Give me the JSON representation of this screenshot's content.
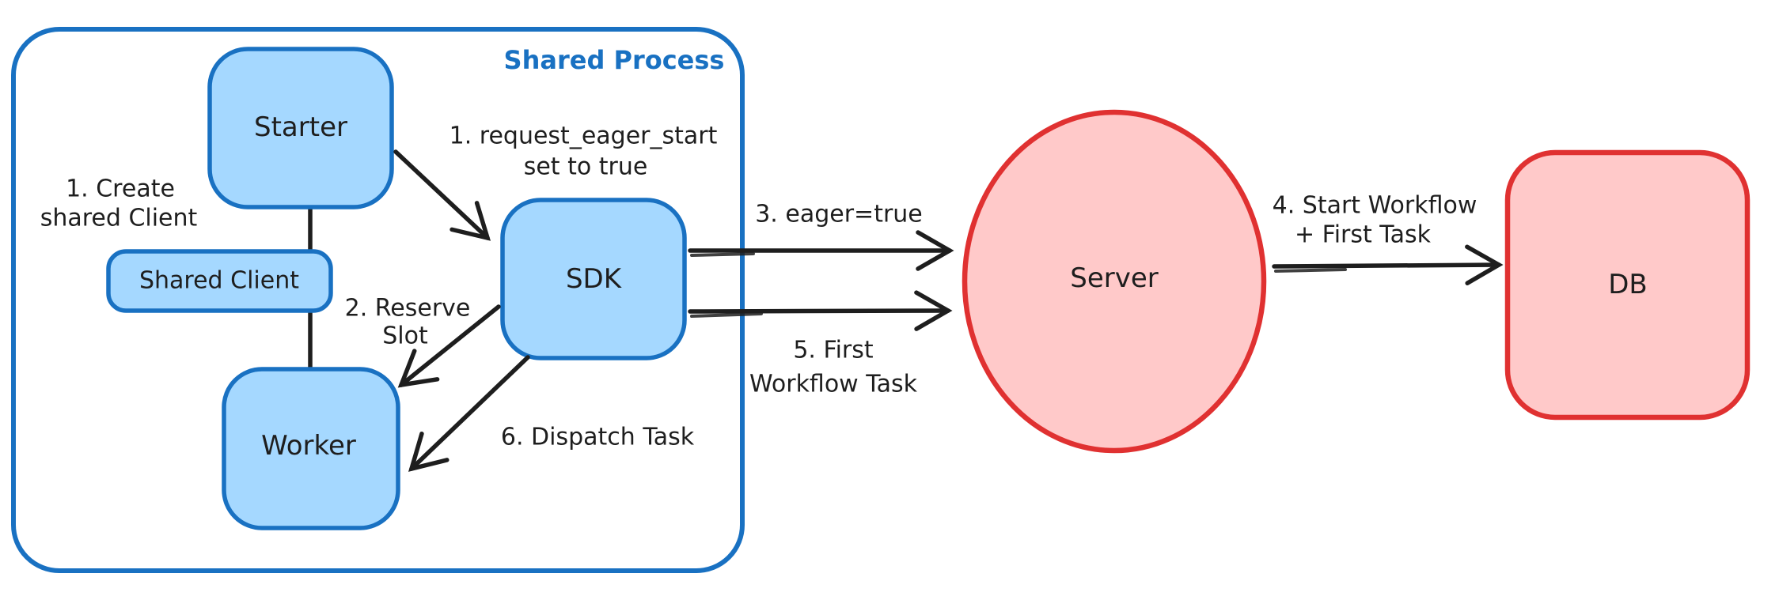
{
  "diagram": {
    "container": {
      "label": "Shared Process"
    },
    "nodes": {
      "starter": {
        "label": "Starter"
      },
      "shared_client": {
        "label": "Shared Client"
      },
      "worker": {
        "label": "Worker"
      },
      "sdk": {
        "label": "SDK"
      },
      "server": {
        "label": "Server"
      },
      "db": {
        "label": "DB"
      }
    },
    "annotations": {
      "create_shared_client": {
        "line1": "1. Create",
        "line2": "shared Client"
      },
      "request_eager_start": {
        "line1": "1. request_eager_start",
        "line2": "set to true"
      },
      "reserve_slot": {
        "line1": "2. Reserve",
        "line2": "Slot"
      },
      "eager_true": {
        "line1": "3. eager=true"
      },
      "start_workflow_first_task": {
        "line1": "4. Start Workflow",
        "line2": "+ First Task"
      },
      "first_workflow_task": {
        "line1": "5. First",
        "line2": "Workflow Task"
      },
      "dispatch_task": {
        "line1": "6. Dispatch Task"
      }
    },
    "colors": {
      "blue_stroke": "#1971c2",
      "blue_fill": "#a5d8ff",
      "red_stroke": "#e03131",
      "red_fill": "#ffc9c9",
      "ink": "#1e1e1e",
      "canvas_bg": "#ffffff"
    }
  }
}
